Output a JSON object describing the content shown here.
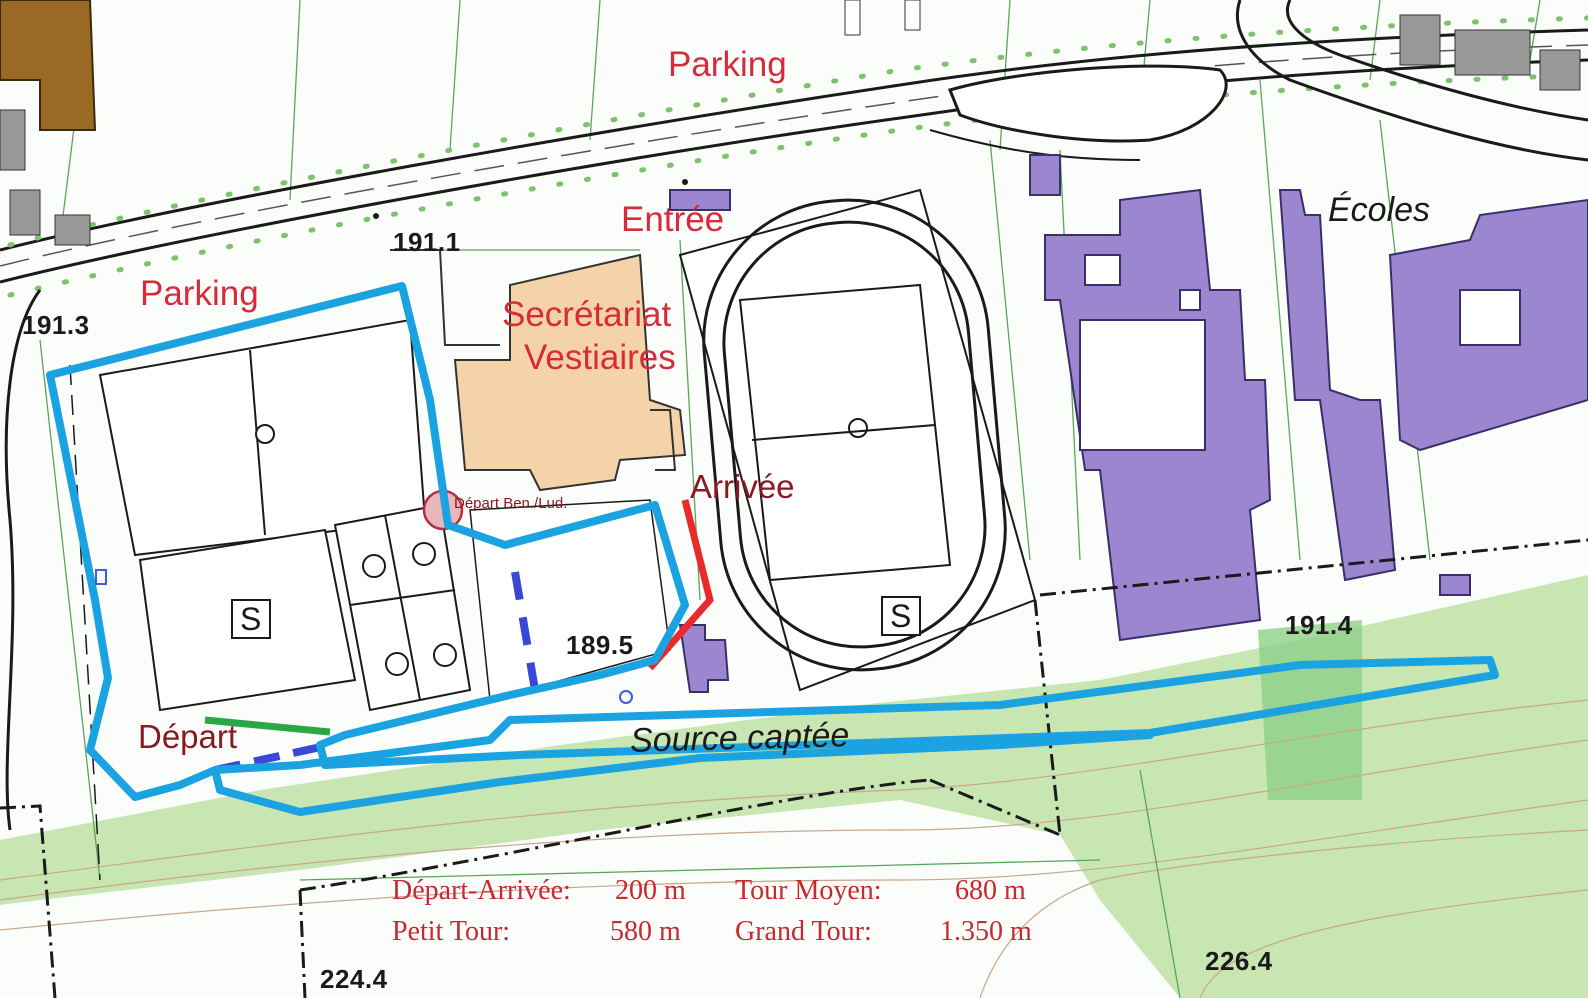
{
  "labels": {
    "parking_top": "Parking",
    "parking_left": "Parking",
    "entree": "Entrée",
    "secretariat": "Secrétariat",
    "vestiaires": "Vestiaires",
    "arrivee": "Arrivée",
    "depart": "Départ",
    "depart_ben": "Départ Ben./Lud.",
    "ecoles": "Écoles",
    "source": "Source captée",
    "sport_symbol": "S"
  },
  "elevations": {
    "e1": "191.1",
    "e2": "191.3",
    "e3": "189.5",
    "e4": "191.4",
    "e5": "226.4",
    "e6": "224.4"
  },
  "legend": {
    "depart_arrivee_label": "Départ-Arrivée:",
    "depart_arrivee_value": "200 m",
    "tour_moyen_label": "Tour Moyen:",
    "tour_moyen_value": "680 m",
    "petit_tour_label": "Petit Tour:",
    "petit_tour_value": "580 m",
    "grand_tour_label": "Grand Tour:",
    "grand_tour_value": "1.350 m"
  },
  "colors": {
    "course": "#1aa3e0",
    "finish_line": "#e82a2a",
    "start_line": "#2aa845",
    "shortcut": "#3b48d6",
    "school_buildings": "#9b86cf",
    "secretariat_building": "#f5d3a8",
    "green_zone": "#c8e6b2"
  }
}
